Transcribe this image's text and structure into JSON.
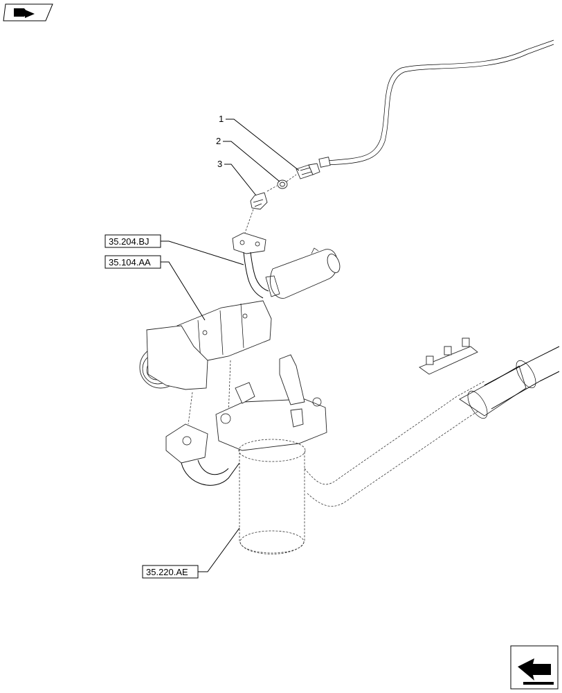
{
  "callouts": [
    {
      "number": "1"
    },
    {
      "number": "2"
    },
    {
      "number": "3"
    }
  ],
  "references": [
    {
      "code": "35.204.BJ"
    },
    {
      "code": "35.104.AA"
    },
    {
      "code": "35.220.AE"
    }
  ],
  "icons": {
    "top_left": "book-arrow-icon",
    "bottom_right": "next-page-arrow-icon"
  }
}
